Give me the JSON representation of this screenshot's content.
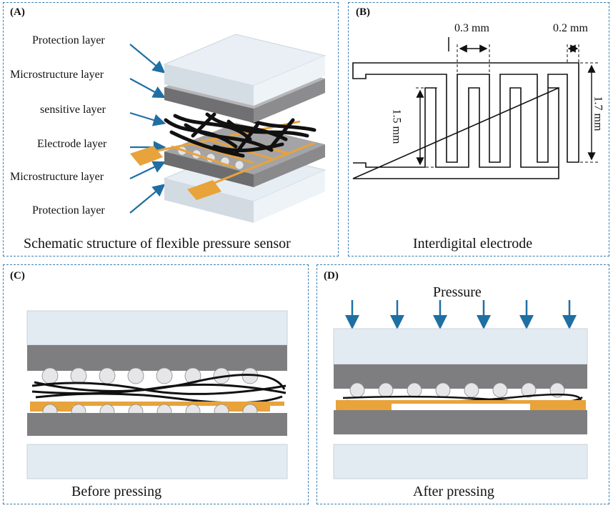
{
  "panelA": {
    "tag": "(A)",
    "labels": [
      "Protection layer",
      "Microstructure layer",
      "sensitive layer",
      "Electrode layer",
      "Microstructure layer",
      "Protection layer"
    ],
    "caption": "Schematic structure of flexible pressure sensor"
  },
  "panelB": {
    "tag": "(B)",
    "dim_gap": "0.3 mm",
    "dim_width": "0.2 mm",
    "dim_finger": "1.5 mm",
    "dim_total": "1.7 mm",
    "caption": "Interdigital electrode"
  },
  "panelC": {
    "tag": "(C)",
    "caption": "Before pressing"
  },
  "panelD": {
    "tag": "(D)",
    "pressure_label": "Pressure",
    "caption": "After pressing"
  },
  "colors": {
    "border": "#3b7fb0",
    "arrow": "#1f6fa3",
    "electrode": "#e8a33a",
    "layer": "#7e7e80",
    "protection": "#dfe8f0"
  }
}
